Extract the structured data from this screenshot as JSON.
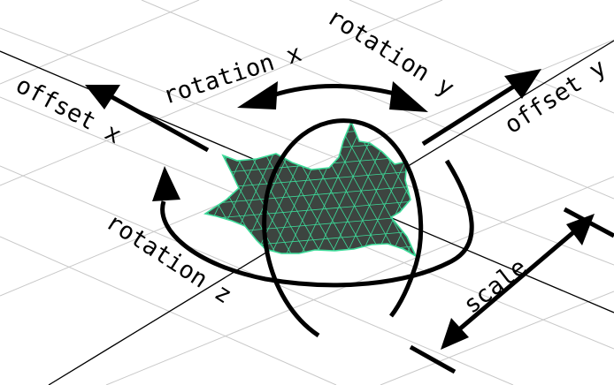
{
  "labels": {
    "offset_x": "offset x",
    "offset_y": "offset y",
    "rotation_x": "rotation x",
    "rotation_y": "rotation y",
    "rotation_z": "rotation z",
    "scale": "scale"
  },
  "colors": {
    "background": "#ffffff",
    "grid": "#c8c8c8",
    "arrows": "#000000",
    "mesh_fill": "#3d4440",
    "mesh_wire": "#3ddc9a"
  },
  "icons": {
    "mesh": "leaf-mesh-icon"
  }
}
